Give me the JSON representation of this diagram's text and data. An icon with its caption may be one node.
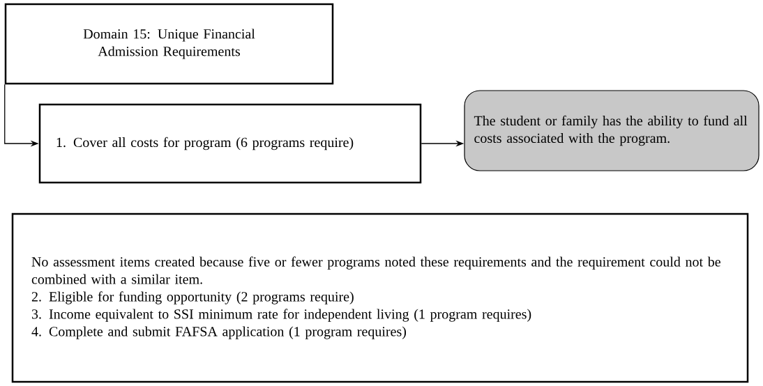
{
  "diagram": {
    "nodes": [
      {
        "text": [
          "Domain 15: Unique Financial Admission Requirements"
        ]
      },
      {
        "text": [
          "1. Cover all costs for program (6 programs require)"
        ]
      },
      {
        "text": [
          "The student or family has the ability to fund all costs associated with the program."
        ]
      },
      {
        "text": [
          "No assessment items created because five or fewer programs noted these requirements and the requirement could not be combined with a similar item.",
          "2. Eligible for funding opportunity (2 programs require)",
          "3. Income equivalent to SSI minimum rate for independent living (1 program requires)",
          "4. Complete and submit FAFSA application (1 program requires)"
        ]
      }
    ],
    "edges": [
      {
        "from": 0,
        "to": 1,
        "arrow": "to"
      },
      {
        "from": 1,
        "to": 2,
        "arrow": "to"
      }
    ]
  }
}
